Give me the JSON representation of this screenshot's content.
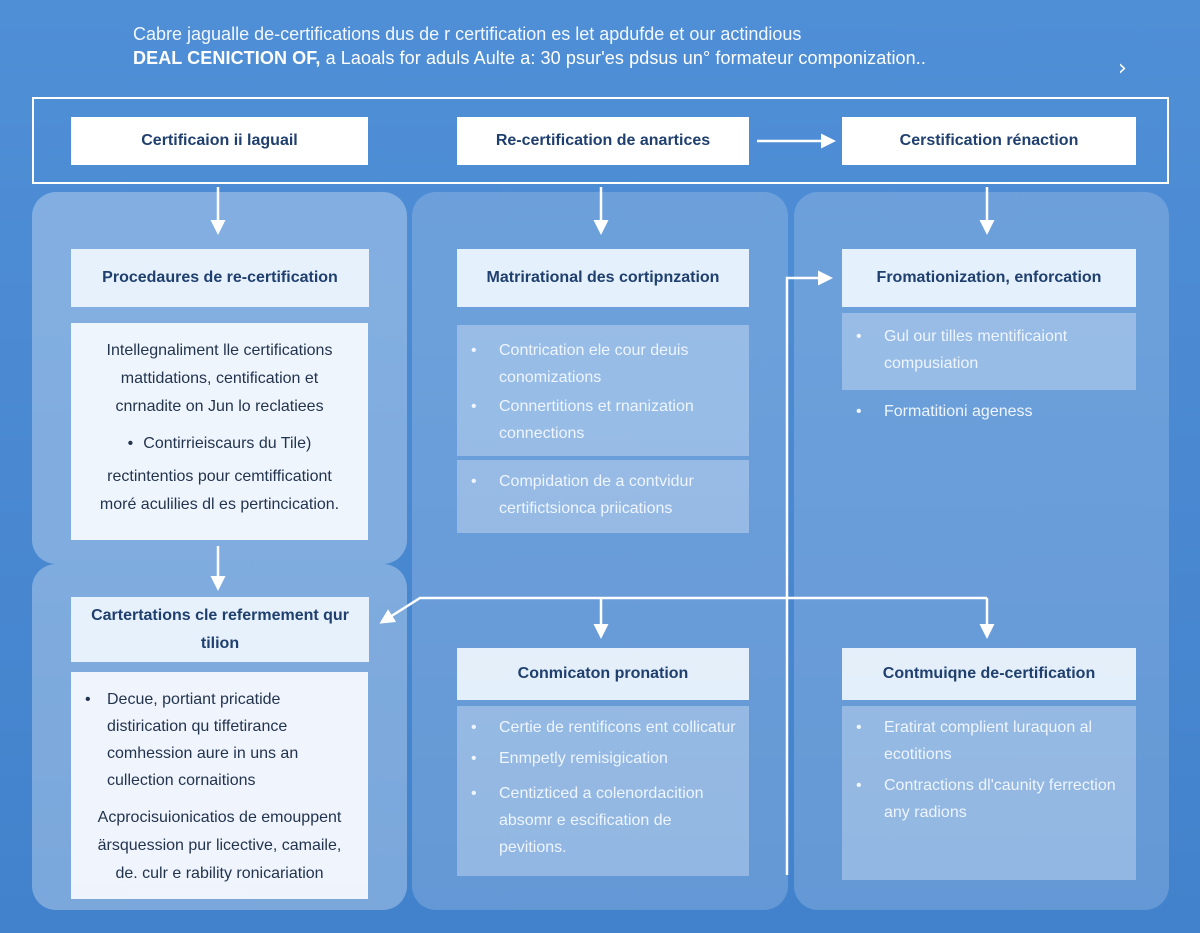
{
  "header": {
    "line1": "Cabre jagualle de-certifications dus de r certification es let apdufde et our actindious",
    "line2_bold": "DEAL CENICTION OF,",
    "line2_rest": " a Laoals for aduls Aulte a: 30 psur'es pdsus un° formateur componization.."
  },
  "top_boxes": [
    "Certificaion ii laguail",
    "Re-certification de anartices",
    "Cerstification rénaction"
  ],
  "col1": {
    "header": "Procedaures de re-certification",
    "para1": [
      "Intellegnaliment lle certifications",
      "mattidations, centification et",
      "cnrnadite on Jun lo reclatiees"
    ],
    "bullet": "Contirrieiscaurs du Tile)",
    "para2": [
      "rectintentios pour cemtifficationt",
      "moré aculilies dl es pertincication."
    ],
    "header2": "Cartertations cle refermement qur tilion",
    "bullets2": [
      "Decue, portiant pricatide",
      "distirication qu tiffetirance",
      "comhession aure in uns an",
      "cullection cornaitions"
    ],
    "para3": [
      "Acprocisuionicatios de emouppent",
      "ärsquession pur licective, camaile,",
      "de. culr e rability ronicariation"
    ]
  },
  "col2": {
    "header": "Matrirational des cortipnzation",
    "items1": [
      "Contrication ele cour deuis conomizations",
      "Connertitions et rnanization connections"
    ],
    "items2": [
      "Compidation de a contvidur certifictsionca priications"
    ],
    "header2": "Conmicaton pronation",
    "items3": [
      "Certie de rentificons ent collicatur",
      "Enmpetly remisigication",
      "Centizticed a colenordacition absomr e escification de pevitions."
    ]
  },
  "col3": {
    "header": "Fromationization, enforcation",
    "items1": [
      "Gul our tilles mentificaiont compusiation"
    ],
    "items2": [
      "Formatitioni ageness"
    ],
    "header2": "Contmuiqne de-certification",
    "items3": [
      "Eratirat complient luraquon al ecotitions",
      "Contractions dl'caunity ferrection any radions"
    ]
  }
}
